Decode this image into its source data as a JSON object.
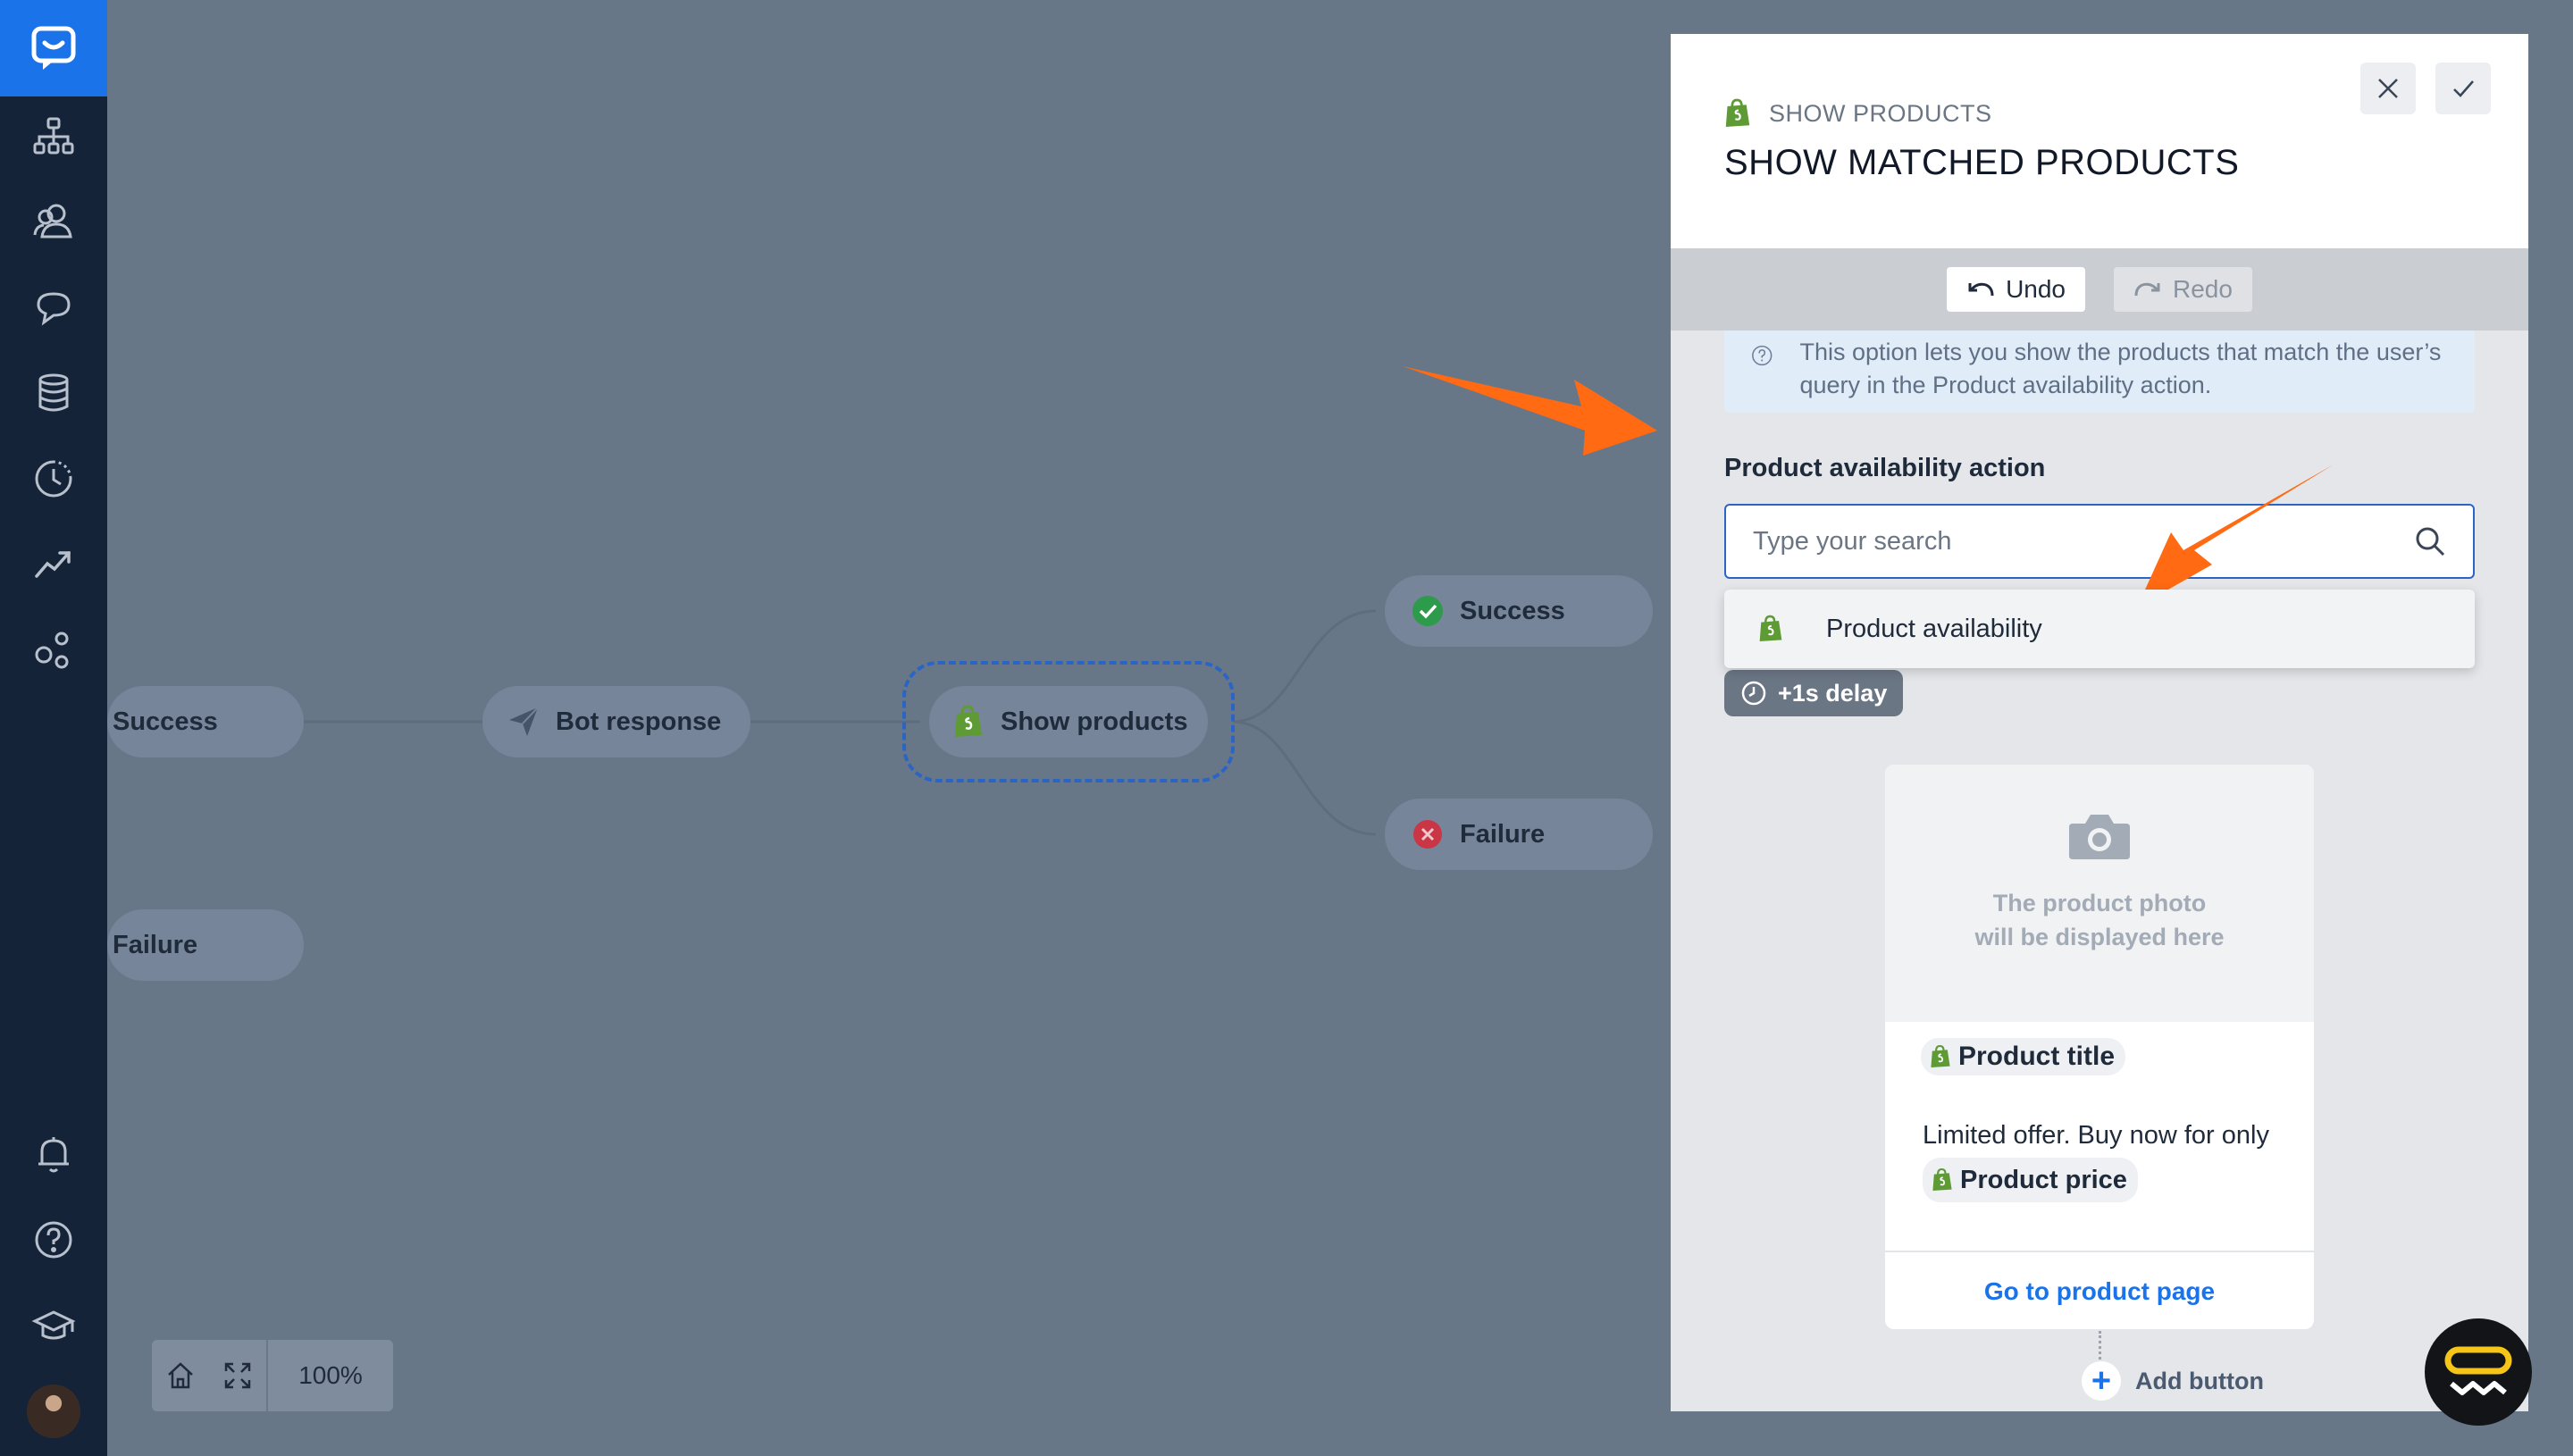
{
  "canvas": {
    "nodes": {
      "left_success": "Success",
      "left_failure": "Failure",
      "bot_response": "Bot response",
      "show_products": "Show products",
      "right_success": "Success",
      "right_failure": "Failure"
    },
    "zoom": "100%"
  },
  "panel": {
    "subtitle": "SHOW PRODUCTS",
    "title": "SHOW MATCHED PRODUCTS",
    "undo_label": "Undo",
    "redo_label": "Redo",
    "info_text": "This option lets you show the products that match the user’s query in the Product availability action.",
    "field_label": "Product availability action",
    "search_placeholder": "Type your search",
    "dropdown_option": "Product availability",
    "delay_label": "+1s delay",
    "card": {
      "photo_placeholder": "The product photo will be displayed here",
      "title_var": "Product title",
      "desc_prefix": "Limited offer. Buy now for only",
      "price_var": "Product price",
      "link_label": "Go to product page"
    },
    "add_button_label": "Add button"
  },
  "colors": {
    "sidebar": "#152338",
    "brand_blue": "#1a73e8",
    "canvas": "#687788",
    "arrow": "#ff6a13",
    "shopify_green": "#5e9b35"
  }
}
